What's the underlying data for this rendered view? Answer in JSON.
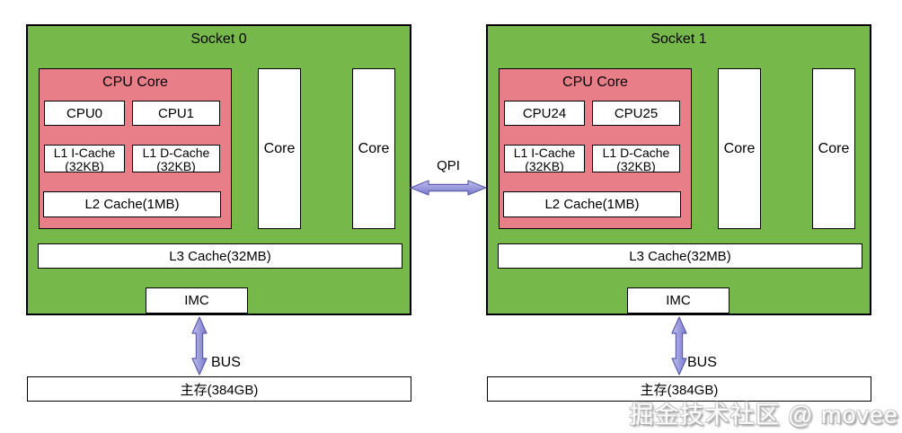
{
  "colors": {
    "socket_fill": "#76b84a",
    "cpu_core_fill": "#e87f88",
    "arrow_fill": "#9595dc",
    "arrow_border": "#5c5cab",
    "box_border": "#000000",
    "box_fill": "#ffffff"
  },
  "qpi": {
    "label": "QPI"
  },
  "watermark": "掘金技术社区 @ movee",
  "sockets": [
    {
      "title": "Socket 0",
      "cpu_core": {
        "title": "CPU Core",
        "cpu_a": "CPU0",
        "cpu_b": "CPU1",
        "l1i_name": "L1 I-Cache",
        "l1i_size": "(32KB)",
        "l1d_name": "L1 D-Cache",
        "l1d_size": "(32KB)",
        "l2": "L2 Cache(1MB)"
      },
      "core_a": "Core",
      "core_b": "Core",
      "l3": "L3 Cache(32MB)",
      "imc": "IMC",
      "bus": "BUS",
      "memory": "主存(384GB)"
    },
    {
      "title": "Socket 1",
      "cpu_core": {
        "title": "CPU Core",
        "cpu_a": "CPU24",
        "cpu_b": "CPU25",
        "l1i_name": "L1 I-Cache",
        "l1i_size": "(32KB)",
        "l1d_name": "L1 D-Cache",
        "l1d_size": "(32KB)",
        "l2": "L2 Cache(1MB)"
      },
      "core_a": "Core",
      "core_b": "Core",
      "l3": "L3 Cache(32MB)",
      "imc": "IMC",
      "bus": "BUS",
      "memory": "主存(384GB)"
    }
  ]
}
